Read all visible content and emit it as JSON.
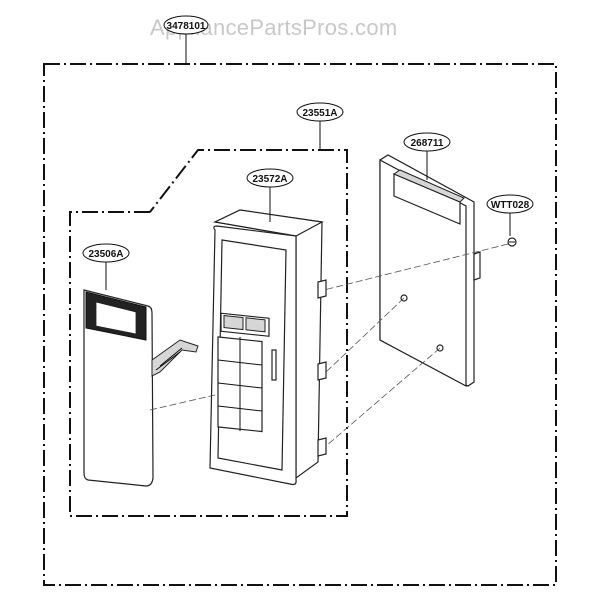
{
  "watermark": "AppliancePartsPros.com",
  "parts": {
    "assembly": "3478101",
    "frame_assembly": "23551A",
    "control_frame": "23572A",
    "control_panel_overlay": "23506A",
    "pcb": "268711",
    "screw": "WTT028"
  },
  "colors": {
    "line": "#111111",
    "watermark": "#c8c8c8",
    "background": "#ffffff"
  }
}
